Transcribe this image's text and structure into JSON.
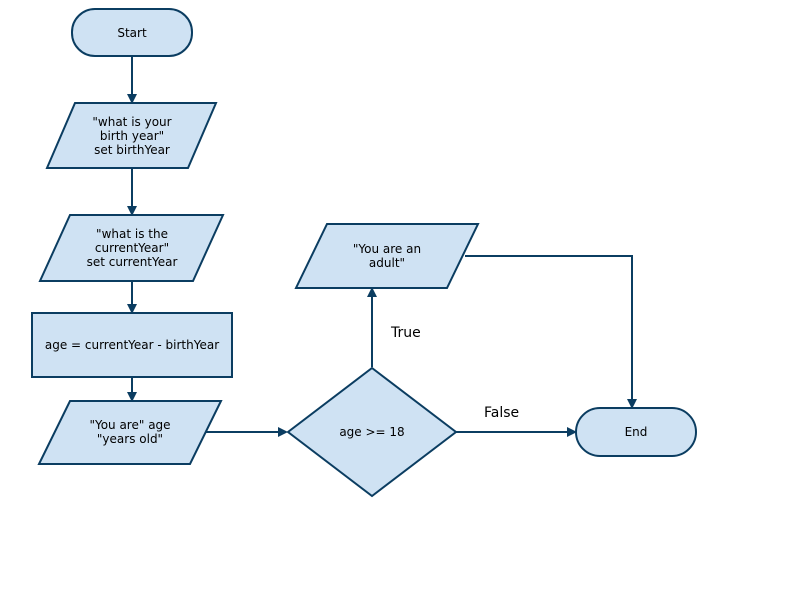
{
  "colors": {
    "node_fill": "#cfe2f3",
    "node_stroke": "#0b3d61",
    "edge": "#0b3d61",
    "text": "#000000",
    "background": "#ffffff"
  },
  "nodes": {
    "start": {
      "shape": "terminator",
      "lines": [
        "Start"
      ]
    },
    "input_birth_year": {
      "shape": "parallelogram",
      "lines": [
        "\"what is your",
        "birth year\"",
        "set birthYear"
      ]
    },
    "input_current_year": {
      "shape": "parallelogram",
      "lines": [
        "\"what is the",
        "currentYear\"",
        "set currentYear"
      ]
    },
    "process_age": {
      "shape": "process",
      "lines": [
        "age = currentYear - birthYear"
      ]
    },
    "output_age": {
      "shape": "parallelogram",
      "lines": [
        "\"You are\" age",
        "\"years old\""
      ]
    },
    "decision_adult": {
      "shape": "decision",
      "lines": [
        "age >= 18"
      ]
    },
    "output_adult": {
      "shape": "parallelogram",
      "lines": [
        "\"You are an",
        "adult\""
      ]
    },
    "end": {
      "shape": "terminator",
      "lines": [
        "End"
      ]
    }
  },
  "edges": {
    "true_label": "True",
    "false_label": "False"
  }
}
